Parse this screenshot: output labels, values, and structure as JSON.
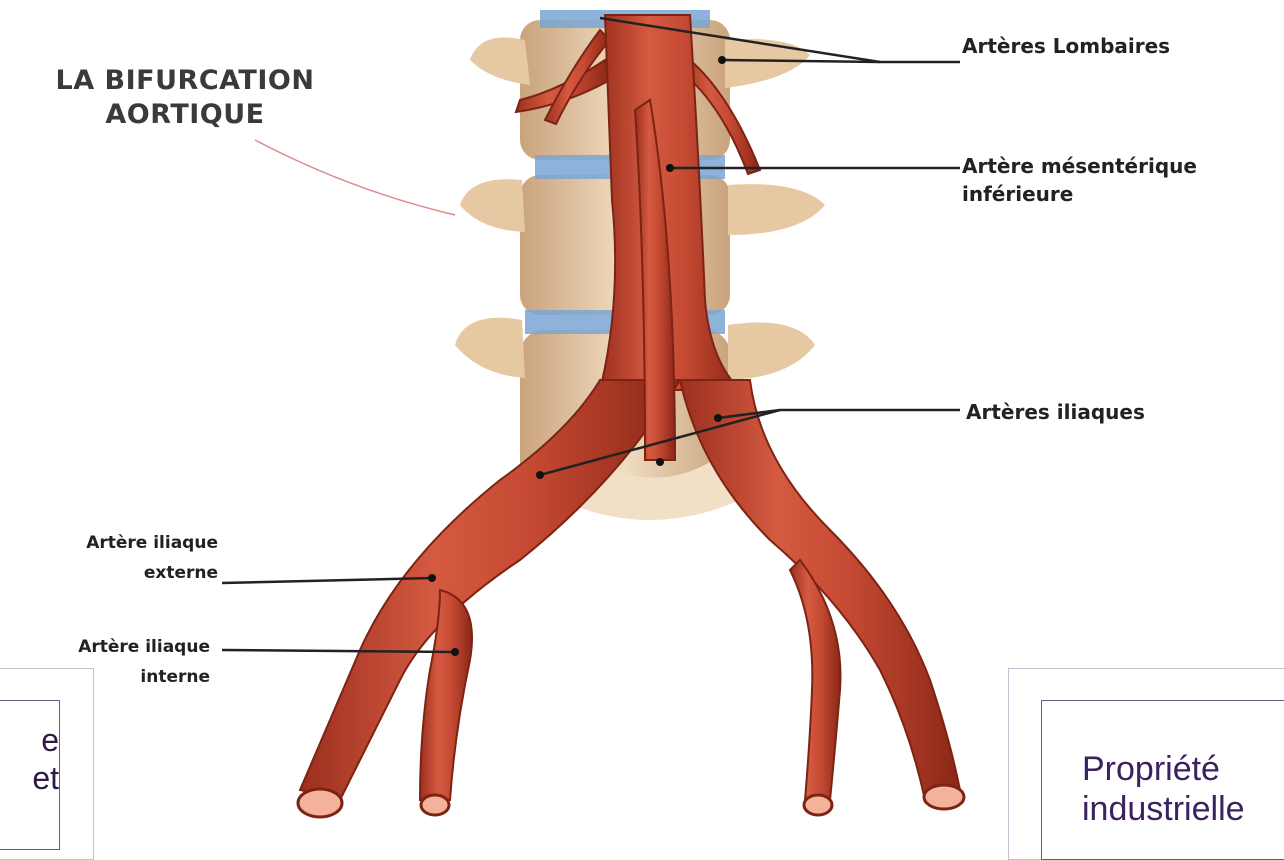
{
  "diagram": {
    "title_line1": "LA BIFURCATION",
    "title_line2": "AORTIQUE",
    "labels": {
      "arteres_lombaires": "Artères Lombaires",
      "mesenterique_line1": "Artère mésentérique",
      "mesenterique_line2": "inférieure",
      "arteres_iliaques": "Artères iliaques",
      "iliaque_externe_line1": "Artère iliaque",
      "iliaque_externe_line2": "externe",
      "iliaque_interne_line1": "Artère iliaque",
      "iliaque_interne_line2": "interne"
    },
    "colors": {
      "artery": "#c0412b",
      "artery_dark": "#8e2a1a",
      "artery_light": "#e0735a",
      "bone": "#e3c9a6",
      "disc": "#6f9fd0"
    }
  },
  "overlay": {
    "left_box_line1": "e",
    "left_box_line2": "et",
    "right_box_line1": "Propriété",
    "right_box_line2": "industrielle"
  }
}
